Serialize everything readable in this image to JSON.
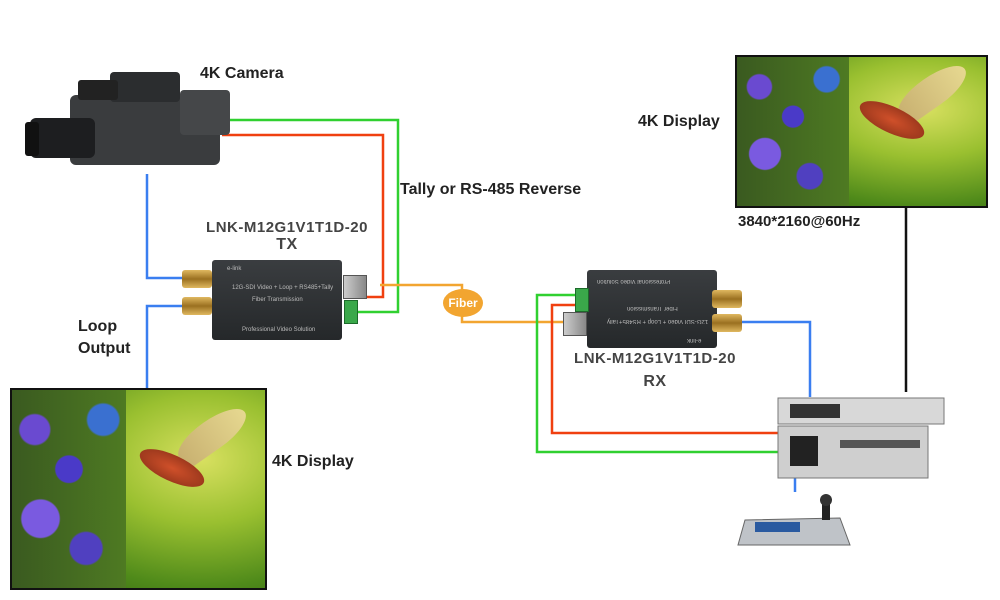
{
  "labels": {
    "camera": "4K Camera",
    "tally": "Tally or RS-485 Reverse",
    "loop_output_line1": "Loop",
    "loop_output_line2": "Output",
    "display_left": "4K Display",
    "display_right": "4K Display",
    "resolution": "3840*2160@60Hz",
    "fiber": "Fiber"
  },
  "tx": {
    "model": "LNK-M12G1V1T1D-20",
    "role": "TX"
  },
  "rx": {
    "model": "LNK-M12G1V1T1D-20",
    "role": "RX"
  },
  "device_text": {
    "brand": "e-link",
    "spec": "12G-SDI Video + Loop + RS485+Tally",
    "transmission": "Fiber Transmission",
    "slogan": "Professional Video Solution"
  },
  "colors": {
    "video": "#3a7ef0",
    "tally_red": "#f04010",
    "tally_green": "#30d030",
    "fiber": "#f2a530",
    "display": "#111111"
  }
}
